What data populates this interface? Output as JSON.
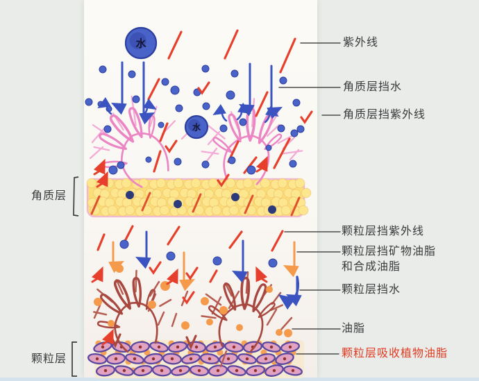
{
  "figure": {
    "water_label": "水"
  },
  "labels": {
    "left": [
      {
        "text": "角质层"
      },
      {
        "text": "颗粒层"
      }
    ],
    "right": [
      {
        "text": "紫外线"
      },
      {
        "text": "角质层挡水"
      },
      {
        "text": "角质层挡紫外线"
      },
      {
        "text": "颗粒层挡紫外线"
      },
      {
        "text": "颗粒层挡矿物油脂"
      },
      {
        "text": "和合成油脂"
      },
      {
        "text": "颗粒层挡水"
      },
      {
        "text": "油脂"
      },
      {
        "text": "颗粒层吸收植物油脂",
        "highlight": true
      }
    ]
  },
  "colors": {
    "background": "#e9ece8",
    "paper": "#faf8f3",
    "bottom_strip": "#d3e2ec",
    "label_text": "#3a3a3c",
    "highlight_text": "#e23b22",
    "leader": "#4a4a4a",
    "bracket": "#3c3c3c",
    "uv_red": "#e6402c",
    "water_blue": "#3a53c0",
    "water_fill": "#4a63c8",
    "water_dark": "#2c3f9e",
    "pink_hand": "#ec85c4",
    "pink_ray": "#f3abd6",
    "yellow_cell": "#fbdf76",
    "yellow_cell_light": "#fce78f",
    "yellow_cell_edge": "#eeb667",
    "layer_outline_pink": "#f0b9d2",
    "navy_dot": "#2c3a7c",
    "orange": "#f59a4b",
    "maroon": "#a7473f",
    "maroon_light": "#b65c50",
    "purple_cell": "#5a47a0",
    "cell_fill": "#e2a2c2",
    "nucleus": "#92302c"
  }
}
